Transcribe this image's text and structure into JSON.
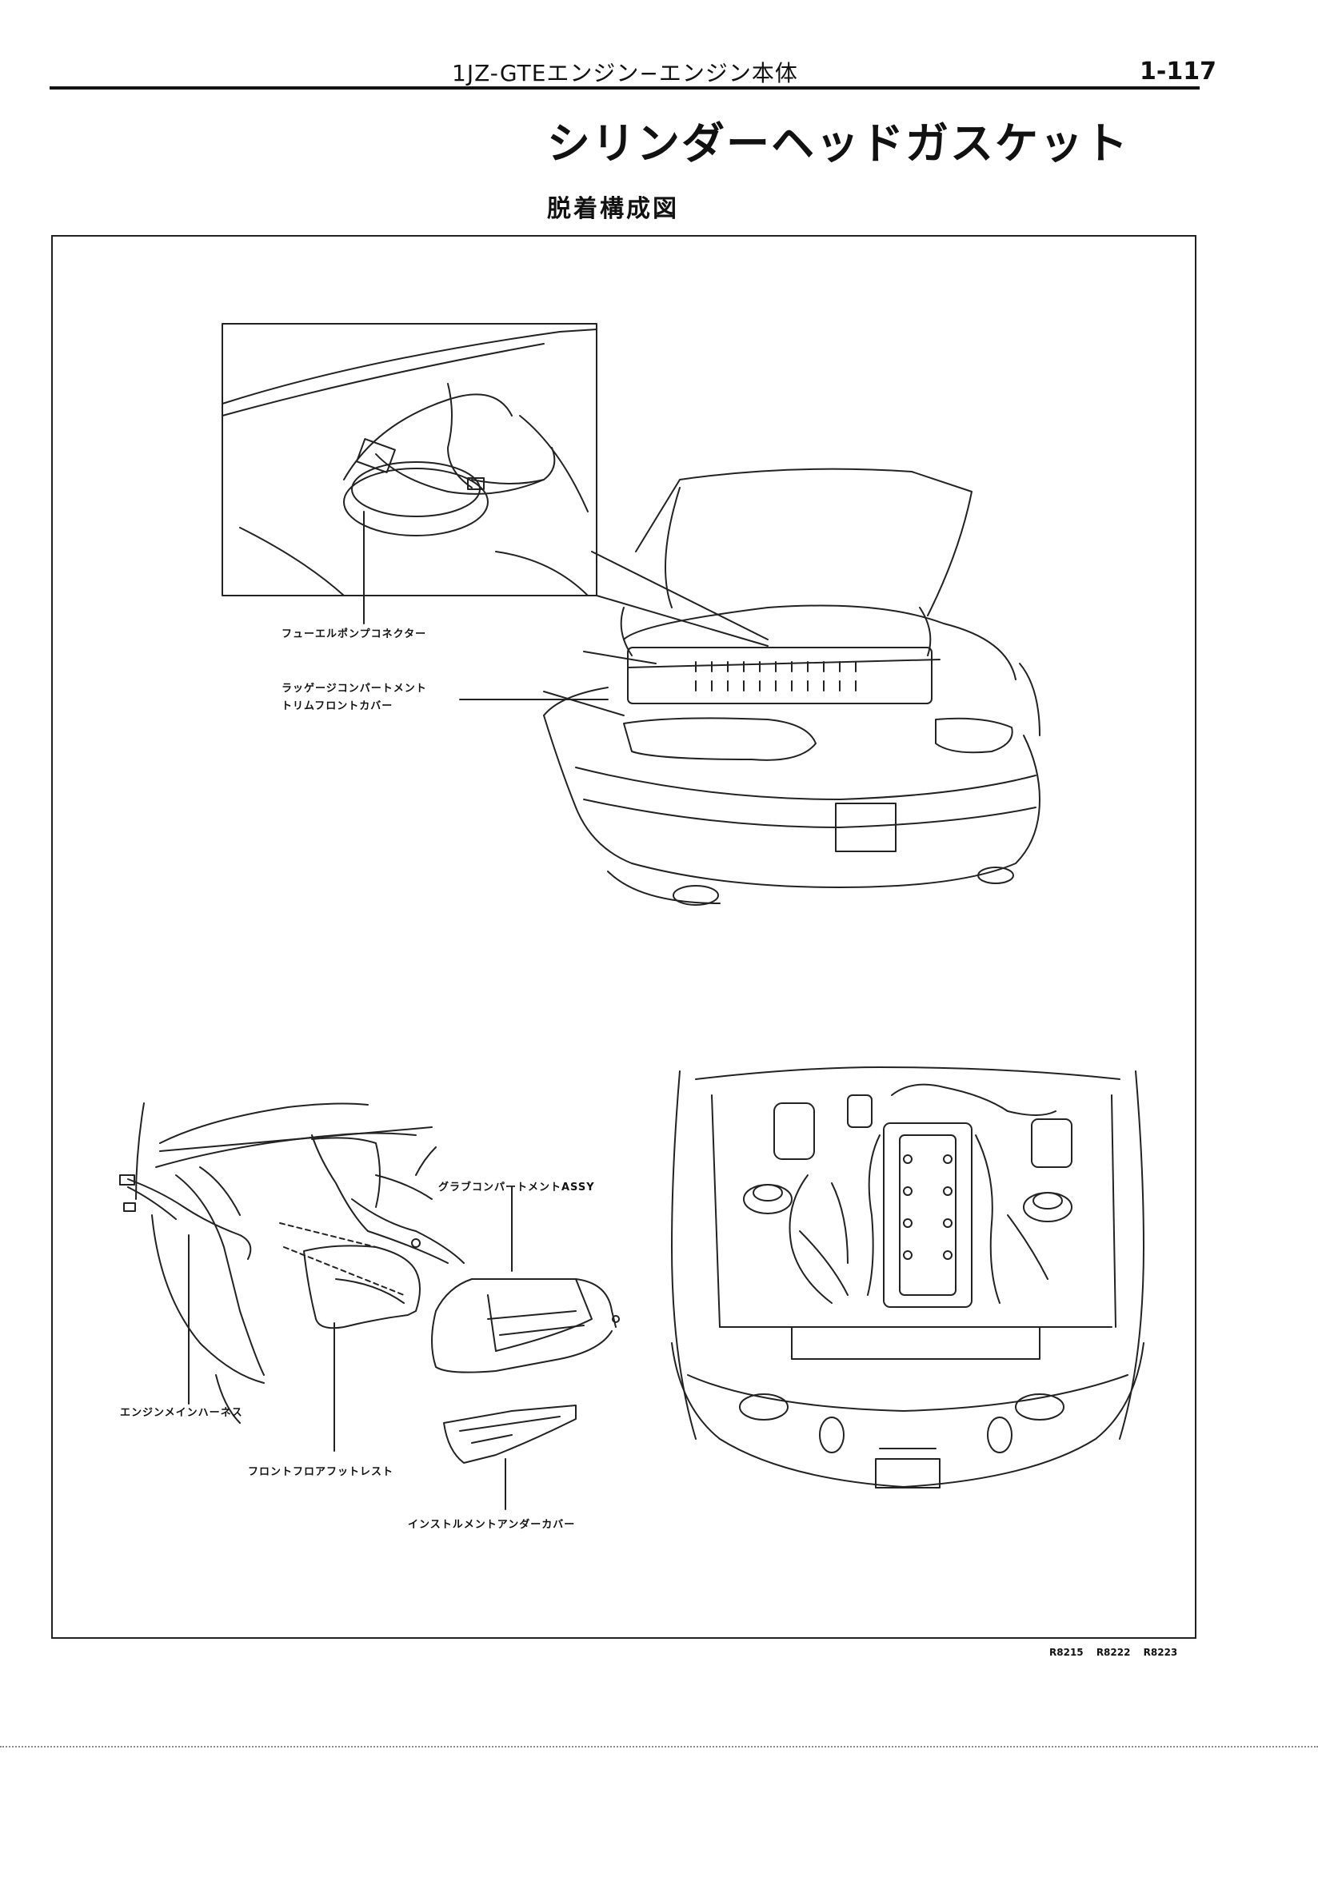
{
  "header": {
    "title": "1JZ-GTEエンジン−エンジン本体",
    "page_number": "1-117"
  },
  "section_title": "シリンダーヘッドガスケット",
  "subsection_title": "脱着構成図",
  "labels": {
    "fuel_pump_connector": "フューエルポンプコネクター",
    "luggage_trim_line1": "ラッゲージコンパートメント",
    "luggage_trim_line2": "トリムフロントカバー",
    "glove_compartment": "グラブコンパートメントASSY",
    "engine_main_harness": "エンジンメインハーネス",
    "front_floor_footrest": "フロントフロアフットレスト",
    "instrument_under_cover": "インストルメントアンダーカバー"
  },
  "figure_codes": "R8215  R8222  R8223"
}
